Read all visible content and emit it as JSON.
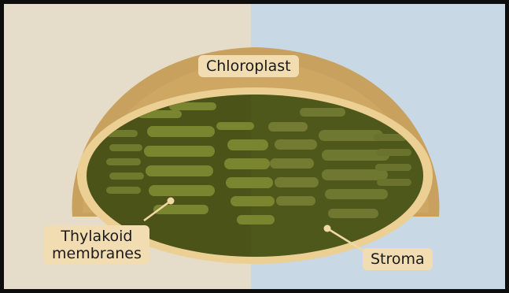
{
  "diagram": {
    "labels": {
      "chloroplast": "Chloroplast",
      "thylakoid_line1": "Thylakoid",
      "thylakoid_line2": "membranes",
      "stroma": "Stroma"
    },
    "colors": {
      "background_left": "#e6dcca",
      "background_right": "#c8d8e5",
      "outer_membrane": "#c9a15e",
      "inner_membrane": "#eccf93",
      "stroma": "#4b5318",
      "thylakoid": "#707a2c",
      "label_background": "#f2ddb3",
      "pointer": "#f0d9a3"
    }
  }
}
